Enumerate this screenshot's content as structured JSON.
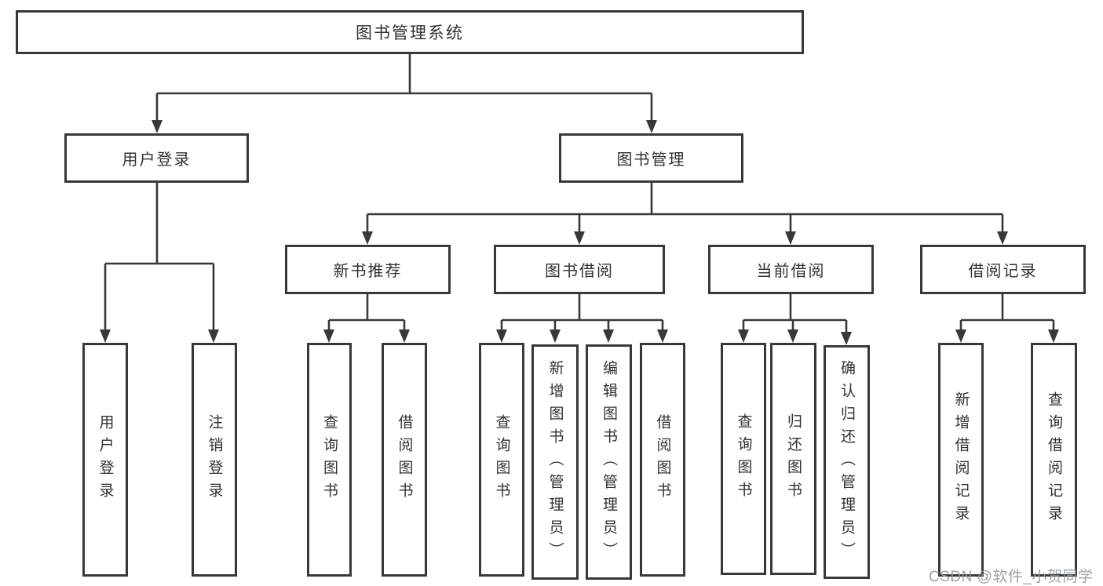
{
  "diagram_type": "hierarchy-tree",
  "colors": {
    "line": "#36393c",
    "box_border": "#36393c",
    "text": "#2e3236",
    "background": "#ffffff",
    "watermark": "#949aa0"
  },
  "tree": {
    "label": "图书管理系统",
    "children": [
      {
        "label": "用户登录",
        "children": [
          {
            "label": "用户登录"
          },
          {
            "label": "注销登录"
          }
        ]
      },
      {
        "label": "图书管理",
        "children": [
          {
            "label": "新书推荐",
            "children": [
              {
                "label": "查询图书"
              },
              {
                "label": "借阅图书"
              }
            ]
          },
          {
            "label": "图书借阅",
            "children": [
              {
                "label": "查询图书"
              },
              {
                "label": "新增图书（管理员）"
              },
              {
                "label": "编辑图书（管理员）"
              },
              {
                "label": "借阅图书"
              }
            ]
          },
          {
            "label": "当前借阅",
            "children": [
              {
                "label": "查询图书"
              },
              {
                "label": "归还图书"
              },
              {
                "label": "确认归还（管理员）"
              }
            ]
          },
          {
            "label": "借阅记录",
            "children": [
              {
                "label": "新增借阅记录"
              },
              {
                "label": "查询借阅记录"
              }
            ]
          }
        ]
      }
    ]
  },
  "watermark": {
    "text": "CSDN @软件_小贺同学"
  }
}
